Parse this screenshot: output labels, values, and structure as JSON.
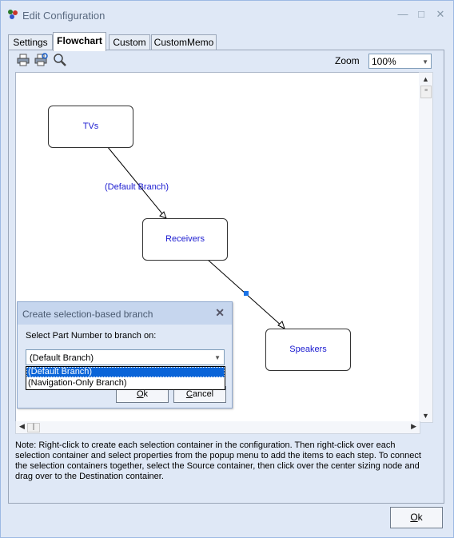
{
  "window": {
    "title": "Edit Configuration",
    "app_icon": "configuration-app-icon",
    "controls": {
      "minimize_icon": "minimize-icon",
      "maximize_icon": "maximize-icon",
      "close_icon": "close-icon"
    }
  },
  "tabs": [
    {
      "label": "Settings"
    },
    {
      "label": "Flowchart",
      "active": true
    },
    {
      "label": "Custom"
    },
    {
      "label": "CustomMemo"
    }
  ],
  "toolbar": {
    "print_icon": "print-icon",
    "print_preview_icon": "print-preview-icon",
    "search_icon": "magnifier-icon",
    "zoom_label": "Zoom",
    "zoom_value": "100%"
  },
  "flowchart": {
    "nodes": [
      {
        "label": "TVs"
      },
      {
        "label": "Receivers"
      },
      {
        "label": "Speakers"
      }
    ],
    "connectors": [
      {
        "label": "(Default Branch)"
      },
      {
        "label": ""
      }
    ],
    "link_color": "#1b1bd0",
    "selected_node_color": "#1a73e8"
  },
  "note": "Note: Right-click to create each selection container in the configuration.  Then right-click over each selection container and select properties from the popup menu to add the items to each step.  To connect the selection containers together, select the Source container, then click over the center sizing node and drag over to the Destination container.",
  "ok_button": {
    "label_u": "O",
    "label_rest": "k"
  },
  "dialog": {
    "title": "Create selection-based branch",
    "label": "Select Part Number to branch on:",
    "selected_value": "(Default Branch)",
    "options": [
      "(Default Branch)",
      "(Navigation-Only Branch)"
    ],
    "ok": {
      "label_u": "O",
      "label_rest": "k"
    },
    "cancel": {
      "label_u": "C",
      "label_rest": "ancel"
    }
  }
}
